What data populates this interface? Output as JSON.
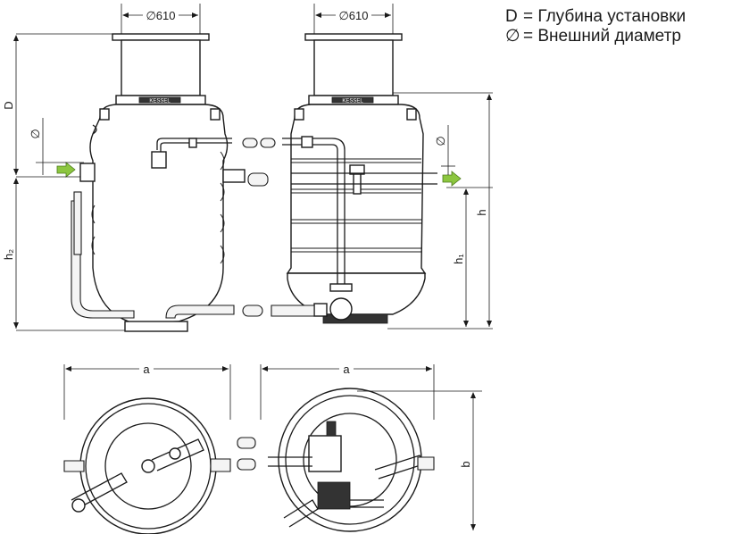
{
  "legend": {
    "depth_symbol": "D",
    "depth_text": "= Глубина установки",
    "diameter_symbol": "∅",
    "diameter_text": "= Внешний диаметр"
  },
  "dimensions": {
    "cover_diameter_left": "∅610",
    "cover_diameter_right": "∅610",
    "depth_label": "D",
    "pipe_diameter_left": "∅",
    "pipe_diameter_right": "∅",
    "height_h2": "h₂",
    "height_h1": "h₁",
    "height_h": "h",
    "width_a_left": "a",
    "width_a_right": "a",
    "depth_b": "b"
  },
  "brand": {
    "logo_left": "KESSEL",
    "logo_right": "KESSEL"
  },
  "colors": {
    "arrow_green": "#8cc63f"
  }
}
